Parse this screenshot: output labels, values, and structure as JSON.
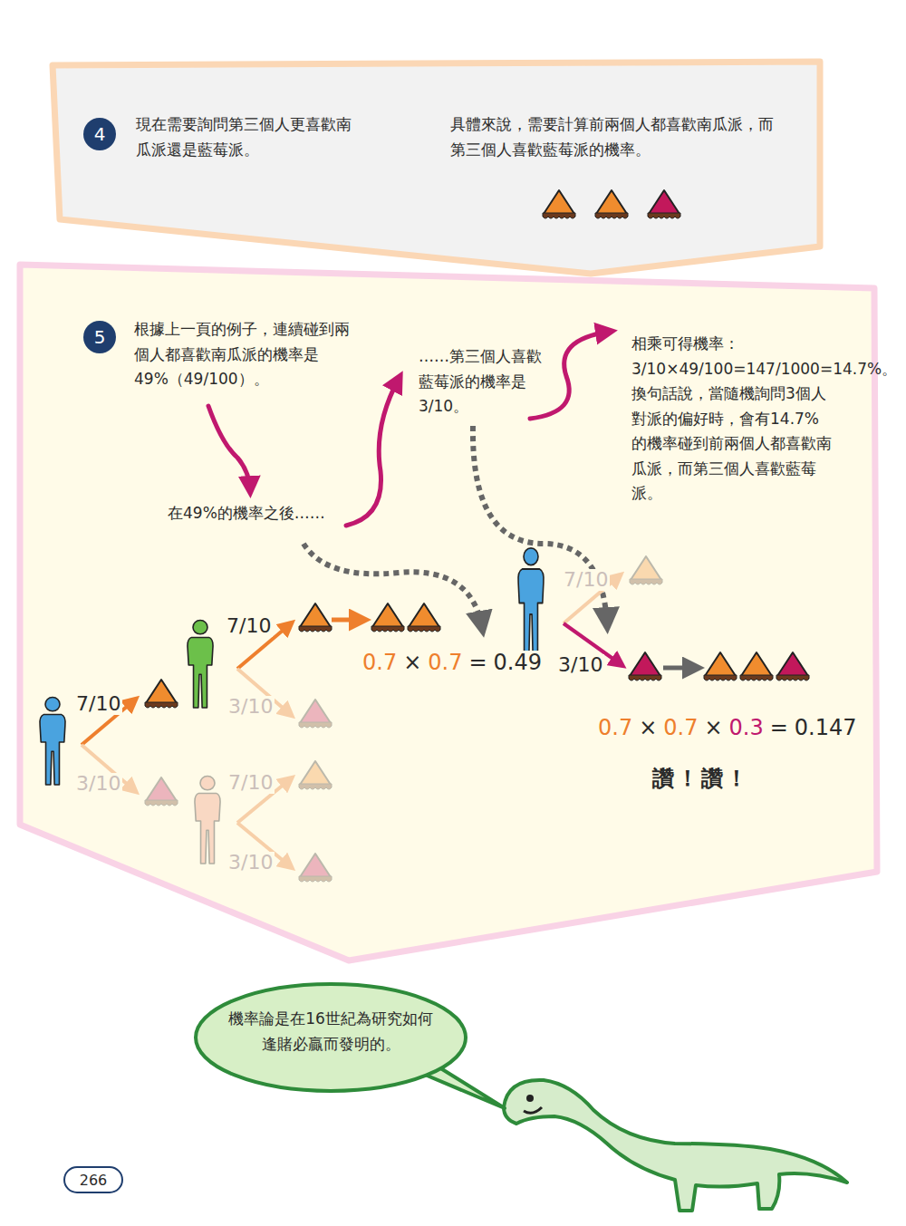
{
  "diagram": {
    "nodes": [
      {
        "text": [
          "現在需要詢問第三個人更喜歡南瓜派還是藍莓派。",
          "具體來說，需要計算前兩個人都喜歡南瓜派，而第三個人喜歡藍莓派的機率。"
        ]
      },
      {
        "text": [
          "4"
        ],
        "in": 0
      },
      {
        "text": [
          "根據上一頁的例子，連續碰到兩個人都喜歡南瓜派的機率是49%（49/100）。",
          "在49%的機率之後……",
          "……第三個人喜歡藍莓派的機率是3/10。",
          "相乘可得機率：3/10×49/100=147/1000=14.7%。換句話說，當隨機詢問3個人對派的偏好時，會有14.7%的機率碰到前兩個人都喜歡南瓜派，而第三個人喜歡藍莓派。"
        ]
      },
      {
        "text": [
          "5"
        ],
        "in": 2
      },
      {
        "text": [
          "機率論是在16世紀為研究如何逢賭必贏而發明的。"
        ]
      },
      {
        "text": [
          "266"
        ]
      }
    ],
    "labels": [
      "7/10",
      "3/10",
      "7/10",
      "3/10",
      "7/10",
      "3/10",
      "0.7",
      "×",
      "0.7",
      "=",
      "0.49",
      "7/10",
      "3/10",
      "0.7",
      "×",
      "0.7",
      "×",
      "0.3",
      "=",
      "0.147",
      "讚！讚！"
    ]
  }
}
